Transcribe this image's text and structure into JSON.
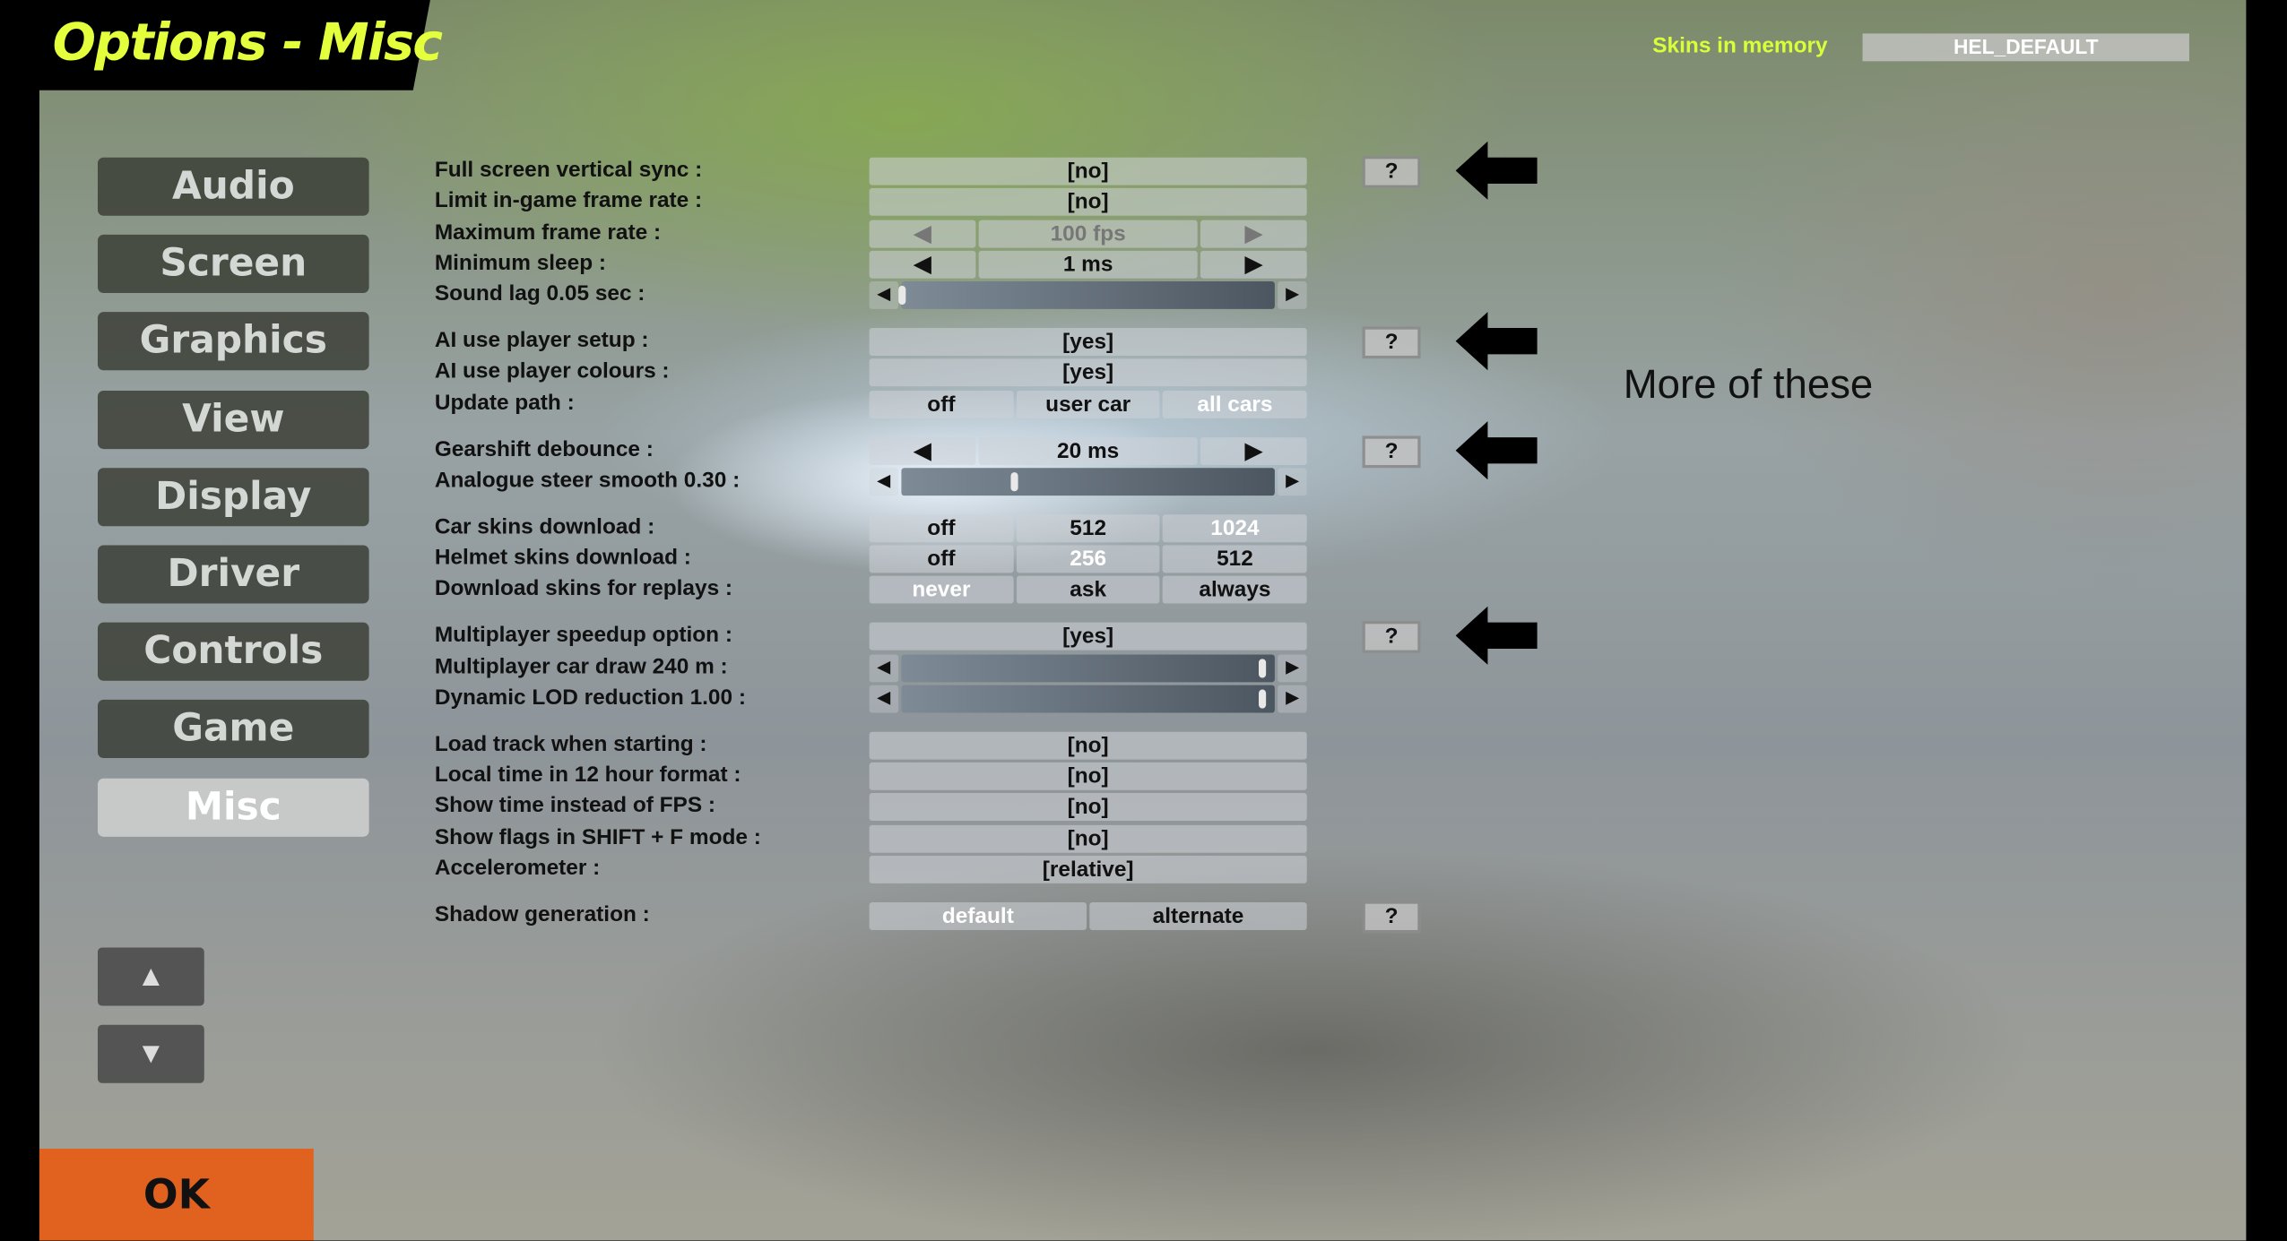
{
  "title": "Options - Misc",
  "skins": {
    "label": "Skins in memory",
    "value": "HEL_DEFAULT"
  },
  "nav": [
    "Audio",
    "Screen",
    "Graphics",
    "View",
    "Display",
    "Driver",
    "Controls",
    "Game",
    "Misc"
  ],
  "nav_selected": "Misc",
  "scroll": {
    "up": "▲",
    "down": "▼"
  },
  "ok": "OK",
  "note": "More of these",
  "help_label": "?",
  "rows": [
    {
      "label": "Full screen vertical sync :",
      "type": "toggle",
      "value": "[no]",
      "help": true,
      "arrow": true
    },
    {
      "label": "Limit in-game frame rate :",
      "type": "toggle",
      "value": "[no]"
    },
    {
      "label": "Maximum frame rate :",
      "type": "stepper",
      "value": "100 fps",
      "disabled": true,
      "left": "◀",
      "right": "▶"
    },
    {
      "label": "Minimum sleep :",
      "type": "stepper",
      "value": "1 ms",
      "left": "◀",
      "right": "▶"
    },
    {
      "label": "Sound lag 0.05 sec :",
      "type": "slider",
      "fraction": 0.0,
      "left": "◀",
      "right": "▶",
      "gap": true
    },
    {
      "label": "AI use player setup :",
      "type": "toggle",
      "value": "[yes]",
      "help": true,
      "arrow": true
    },
    {
      "label": "AI use player colours :",
      "type": "toggle",
      "value": "[yes]"
    },
    {
      "label": "Update path :",
      "type": "choice",
      "options": [
        "off",
        "user car",
        "all cars"
      ],
      "selected": 2,
      "gap": true
    },
    {
      "label": "Gearshift debounce :",
      "type": "stepper",
      "value": "20 ms",
      "left": "◀",
      "right": "▶",
      "help": true,
      "arrow": true
    },
    {
      "label": "Analogue steer smooth 0.30 :",
      "type": "slider",
      "fraction": 0.31,
      "left": "◀",
      "right": "▶",
      "gap": true
    },
    {
      "label": "Car skins download :",
      "type": "choice",
      "options": [
        "off",
        "512",
        "1024"
      ],
      "selected": 2
    },
    {
      "label": "Helmet skins download :",
      "type": "choice",
      "options": [
        "off",
        "256",
        "512"
      ],
      "selected": 1
    },
    {
      "label": "Download skins for replays :",
      "type": "choice",
      "options": [
        "never",
        "ask",
        "always"
      ],
      "selected": 0,
      "gap": true
    },
    {
      "label": "Multiplayer speedup option :",
      "type": "toggle",
      "value": "[yes]",
      "help": true,
      "arrow": true
    },
    {
      "label": "Multiplayer car draw 240 m :",
      "type": "slider",
      "fraction": 1.0,
      "left": "◀",
      "right": "▶"
    },
    {
      "label": "Dynamic LOD reduction 1.00 :",
      "type": "slider",
      "fraction": 1.0,
      "left": "◀",
      "right": "▶",
      "gap": true
    },
    {
      "label": "Load track when starting :",
      "type": "toggle",
      "value": "[no]"
    },
    {
      "label": "Local time in 12 hour format :",
      "type": "toggle",
      "value": "[no]"
    },
    {
      "label": "Show time instead of FPS :",
      "type": "toggle",
      "value": "[no]"
    },
    {
      "label": "Show flags in SHIFT + F mode :",
      "type": "toggle",
      "value": "[no]"
    },
    {
      "label": "Accelerometer :",
      "type": "toggle",
      "value": "[relative]",
      "gap": true
    },
    {
      "label": "Shadow generation :",
      "type": "choice",
      "options": [
        "default",
        "alternate"
      ],
      "selected": 0,
      "help": true
    }
  ]
}
